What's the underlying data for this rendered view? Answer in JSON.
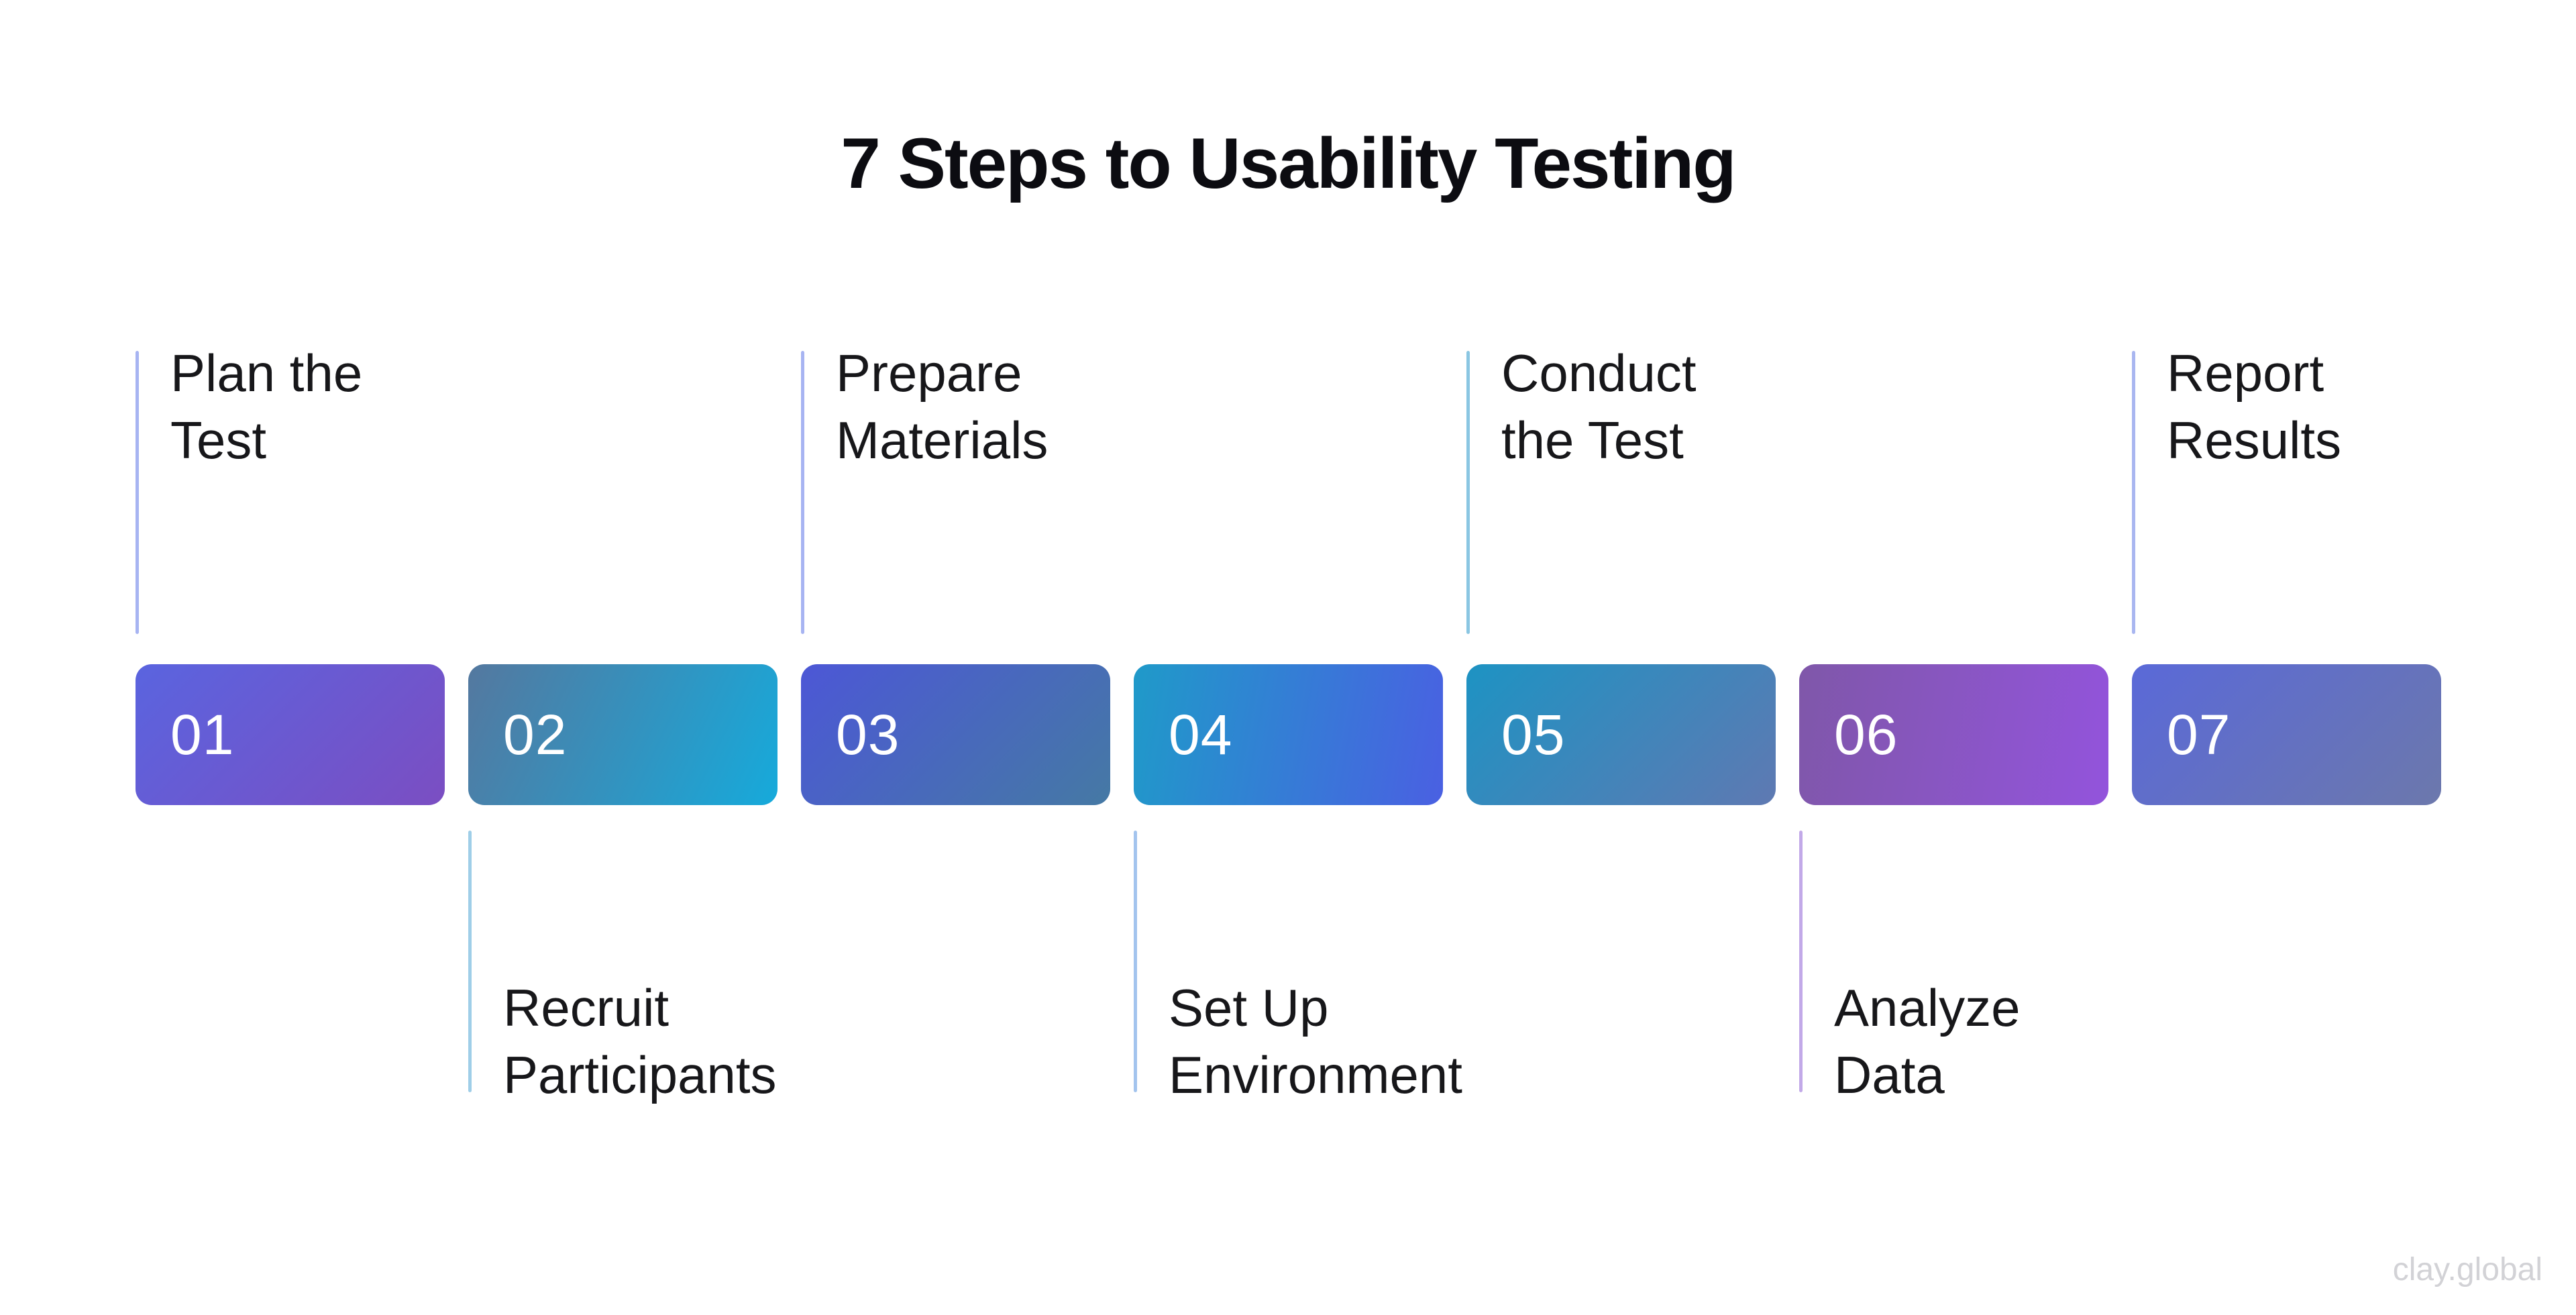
{
  "title": "7 Steps to Usability Testing",
  "watermark": "clay.global",
  "colors": {
    "background": "#ffffff",
    "title_text": "#0c0c11",
    "label_text": "#17171a",
    "number_text": "#ffffff",
    "watermark_text": "#d2d2d6"
  },
  "steps": [
    {
      "number": "01",
      "label_line1": "Plan the",
      "label_line2": "Test",
      "label_position": "top",
      "line_color": "#a7b4f2",
      "gradient_start": "#5a64df",
      "gradient_end": "#7b4ec2",
      "gradient_angle": "135deg"
    },
    {
      "number": "02",
      "label_line1": "Recruit",
      "label_line2": "Participants",
      "label_position": "bottom",
      "line_color": "#9fcee8",
      "gradient_start": "#54789f",
      "gradient_end": "#16aadb",
      "gradient_angle": "115deg"
    },
    {
      "number": "03",
      "label_line1": "Prepare",
      "label_line2": "Materials",
      "label_position": "top",
      "line_color": "#a7b4f2",
      "gradient_start": "#4c57d6",
      "gradient_end": "#4579a4",
      "gradient_angle": "135deg"
    },
    {
      "number": "04",
      "label_line1": "Set Up",
      "label_line2": "Environment",
      "label_position": "bottom",
      "line_color": "#a3c4ee",
      "gradient_start": "#1f9ac9",
      "gradient_end": "#4a60e2",
      "gradient_angle": "100deg"
    },
    {
      "number": "05",
      "label_line1": "Conduct",
      "label_line2": "the Test",
      "label_position": "top",
      "line_color": "#8ac6e2",
      "gradient_start": "#1d93c3",
      "gradient_end": "#5f79b2",
      "gradient_angle": "135deg"
    },
    {
      "number": "06",
      "label_line1": "Analyze",
      "label_line2": "Data",
      "label_position": "bottom",
      "line_color": "#c2a9e8",
      "gradient_start": "#7f57a9",
      "gradient_end": "#9354dc",
      "gradient_angle": "100deg"
    },
    {
      "number": "07",
      "label_line1": "Report",
      "label_line2": "Results",
      "label_position": "top",
      "line_color": "#a9b6f0",
      "gradient_start": "#5a69d8",
      "gradient_end": "#6c78ac",
      "gradient_angle": "135deg"
    }
  ]
}
